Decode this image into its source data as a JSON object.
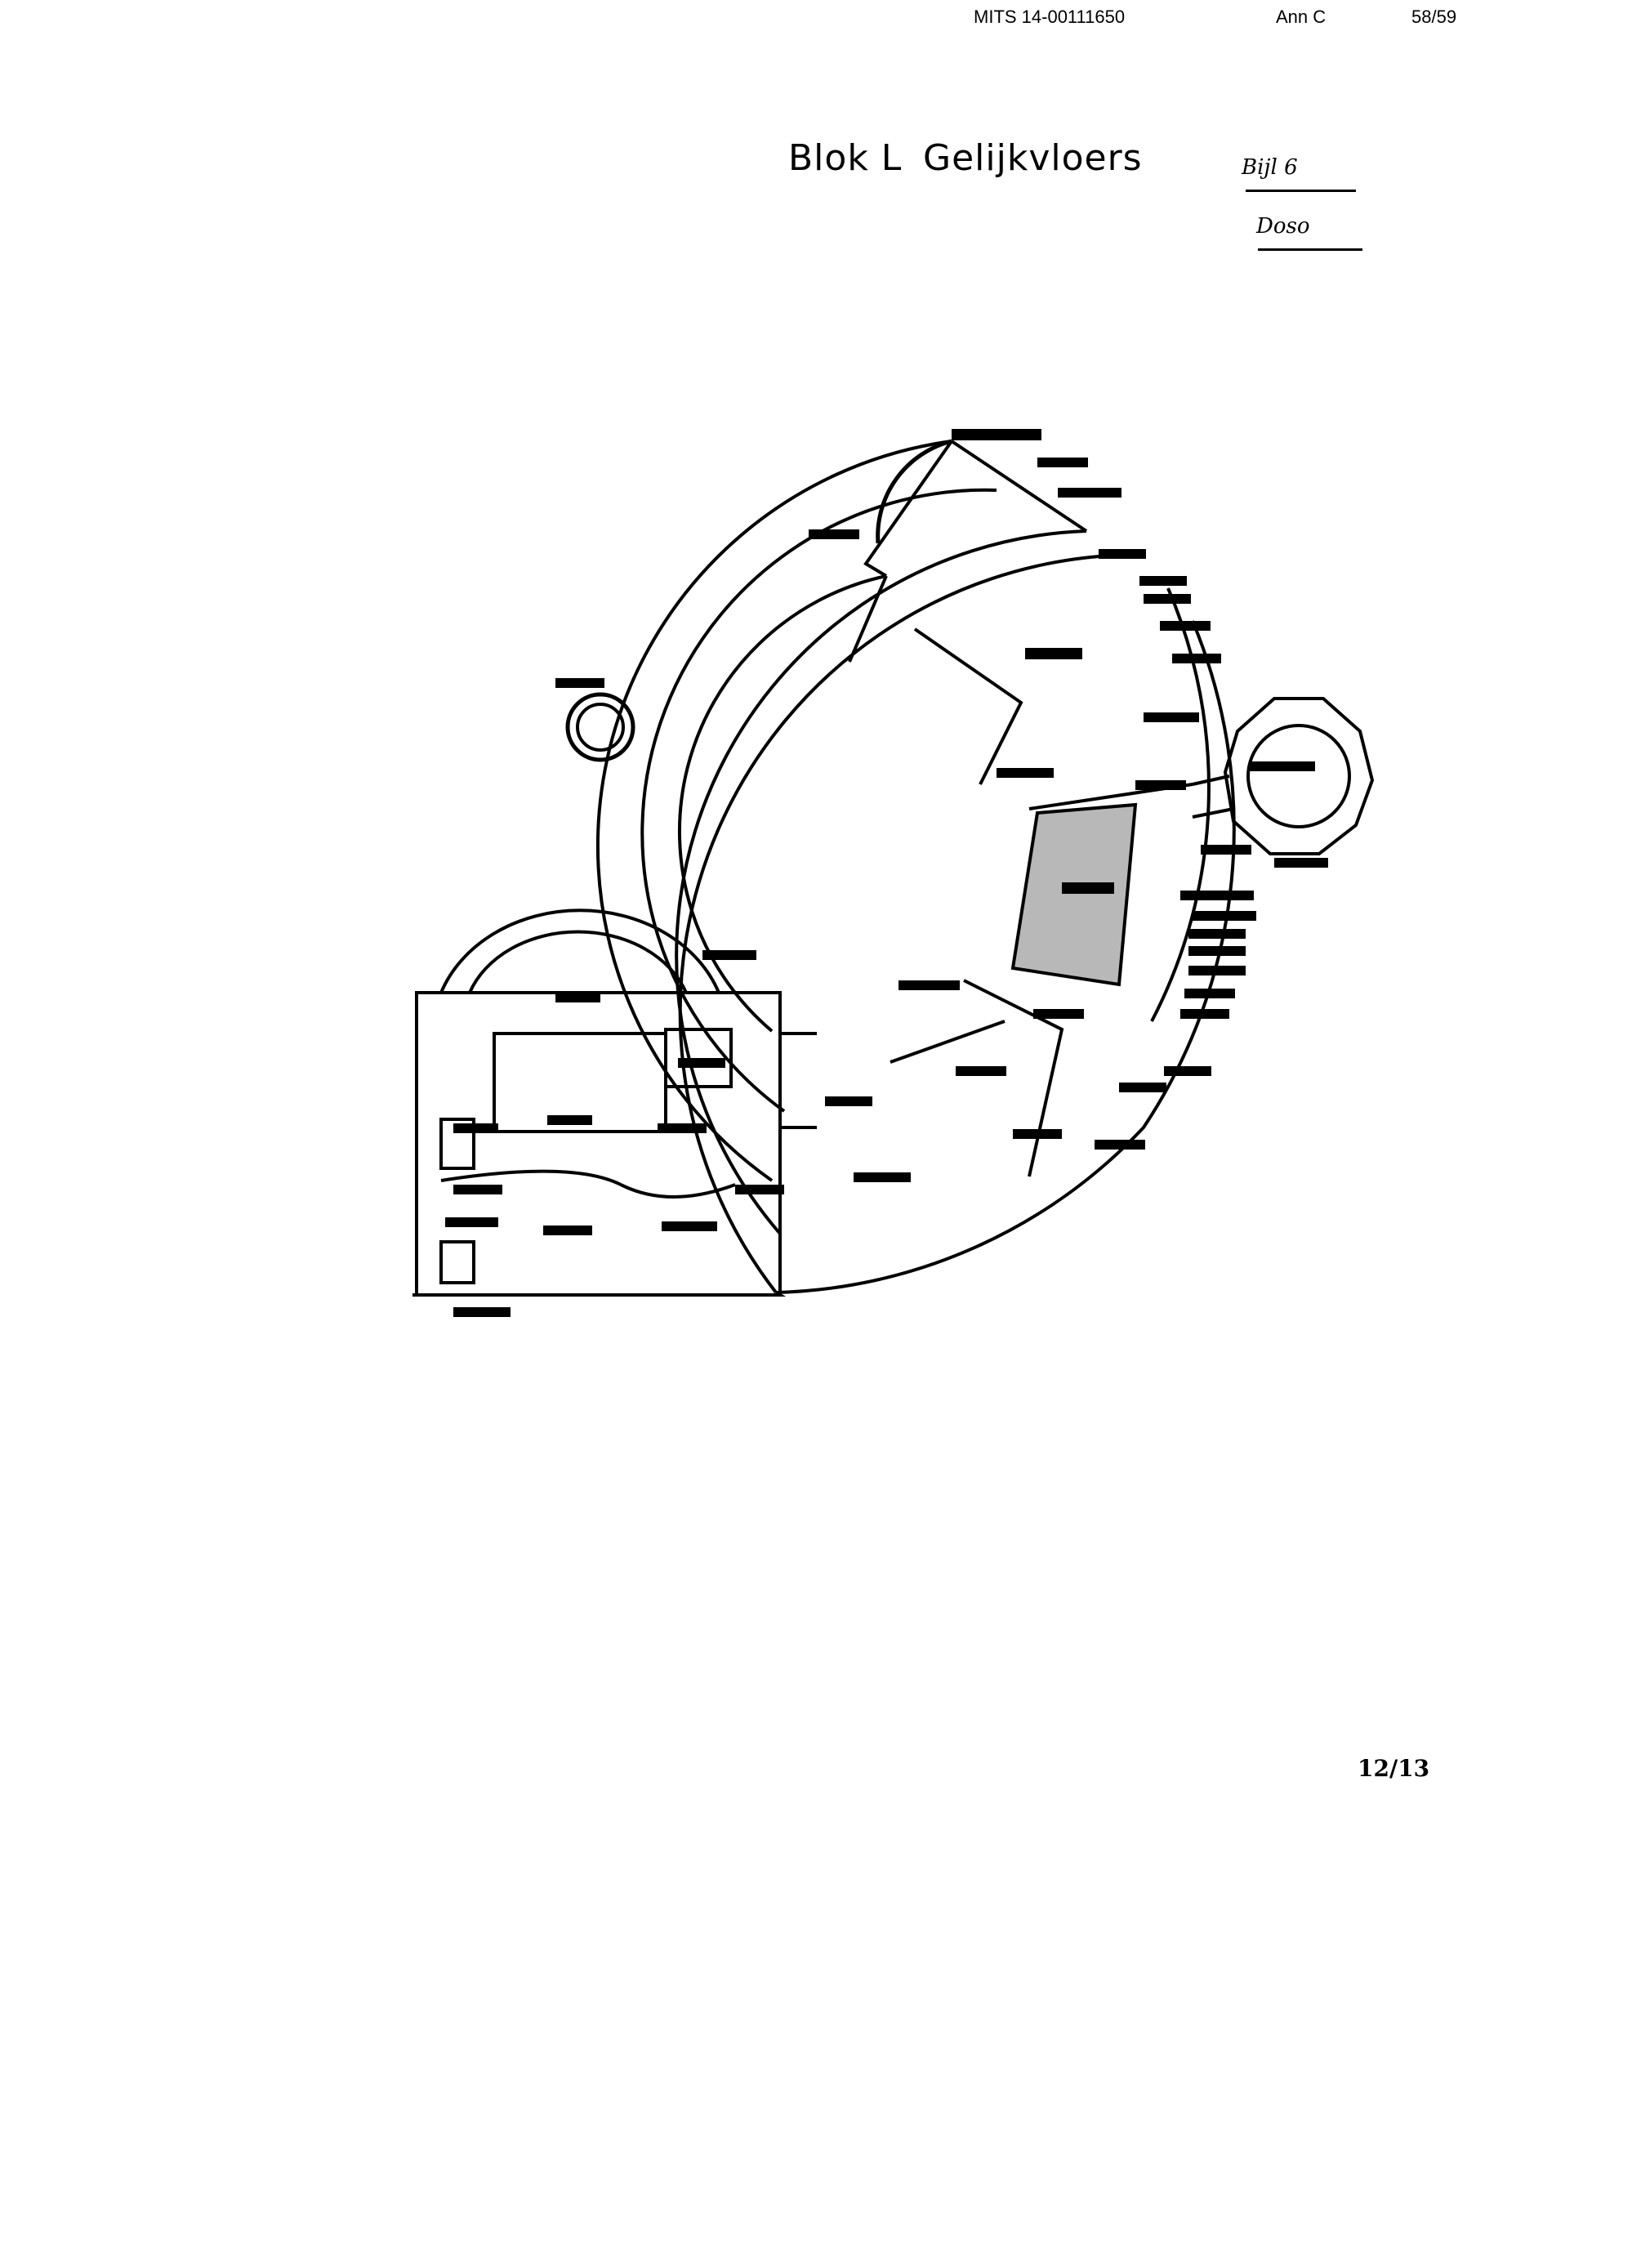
{
  "header": {
    "doc_id": "MITS 14-00111650",
    "annex": "Ann C",
    "page": "58/59"
  },
  "title": {
    "block": "Blok L",
    "floor": "Gelijkvloers"
  },
  "handwritten": {
    "attachment": "Bijl 6",
    "note": "Doso"
  },
  "footer": {
    "page_number": "12/13"
  }
}
